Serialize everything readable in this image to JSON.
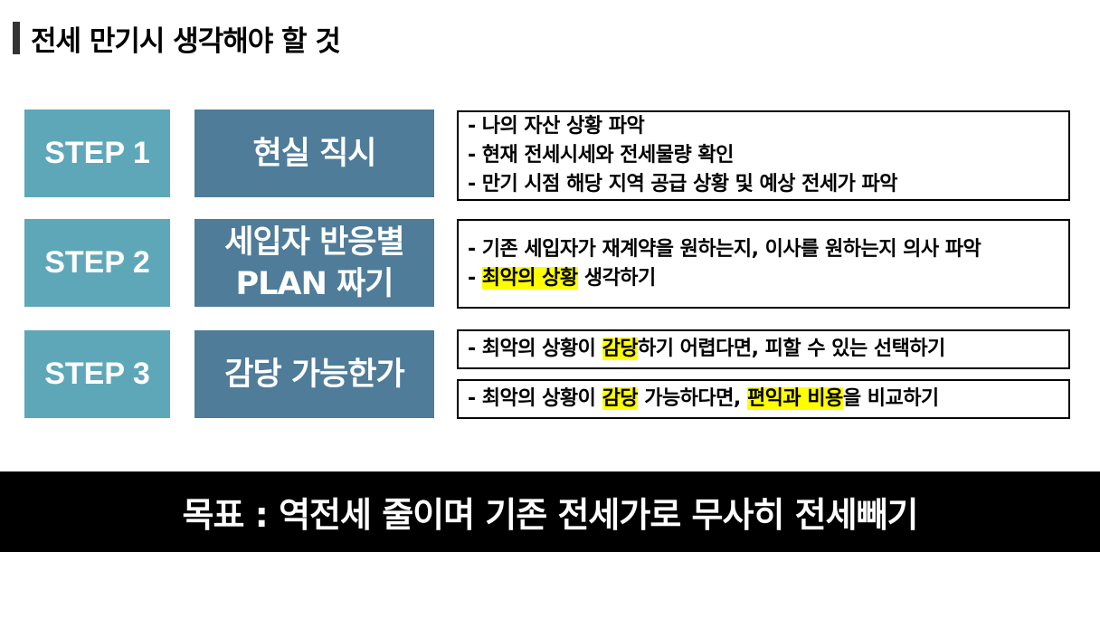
{
  "title": "전세 만기시 생각해야 할 것",
  "steps": [
    {
      "label": "STEP 1",
      "name_lines": [
        "현실 직시"
      ],
      "boxes": [
        {
          "lines": [
            [
              {
                "text": "- 나의 자산 상황 파악"
              }
            ],
            [
              {
                "text": "- 현재 전세시세와 전세물량 확인"
              }
            ],
            [
              {
                "text": "- 만기 시점 해당 지역 공급 상황 및 예상 전세가 파악"
              }
            ]
          ]
        }
      ]
    },
    {
      "label": "STEP 2",
      "name_lines": [
        "세입자 반응별",
        "PLAN 짜기"
      ],
      "boxes": [
        {
          "lines": [
            [
              {
                "text": "- 기존 세입자가 재계약을 원하는지, 이사를 원하는지 의사 파악"
              }
            ],
            [
              {
                "text": "- "
              },
              {
                "text": "최악의 상황",
                "hl": true
              },
              {
                "text": " 생각하기"
              }
            ]
          ]
        }
      ]
    },
    {
      "label": "STEP 3",
      "name_lines": [
        "감당 가능한가"
      ],
      "boxes": [
        {
          "lines": [
            [
              {
                "text": "- 최악의 상황이 "
              },
              {
                "text": "감당",
                "hl": true
              },
              {
                "text": "하기 어렵다면, 피할 수 있는 선택하기"
              }
            ]
          ]
        },
        {
          "lines": [
            [
              {
                "text": "- 최악의 상황이 "
              },
              {
                "text": "감당",
                "hl": true
              },
              {
                "text": " 가능하다면, "
              },
              {
                "text": "편익과 비용",
                "hl": true
              },
              {
                "text": "을 비교하기"
              }
            ]
          ]
        }
      ]
    }
  ],
  "goal": "목표 : 역전세 줄이며 기존 전세가로 무사히 전세빼기",
  "colors": {
    "step_bg": "#5ea7b9",
    "name_bg": "#4f7c99",
    "highlight": "#ffff00",
    "goal_bg": "#000000"
  }
}
